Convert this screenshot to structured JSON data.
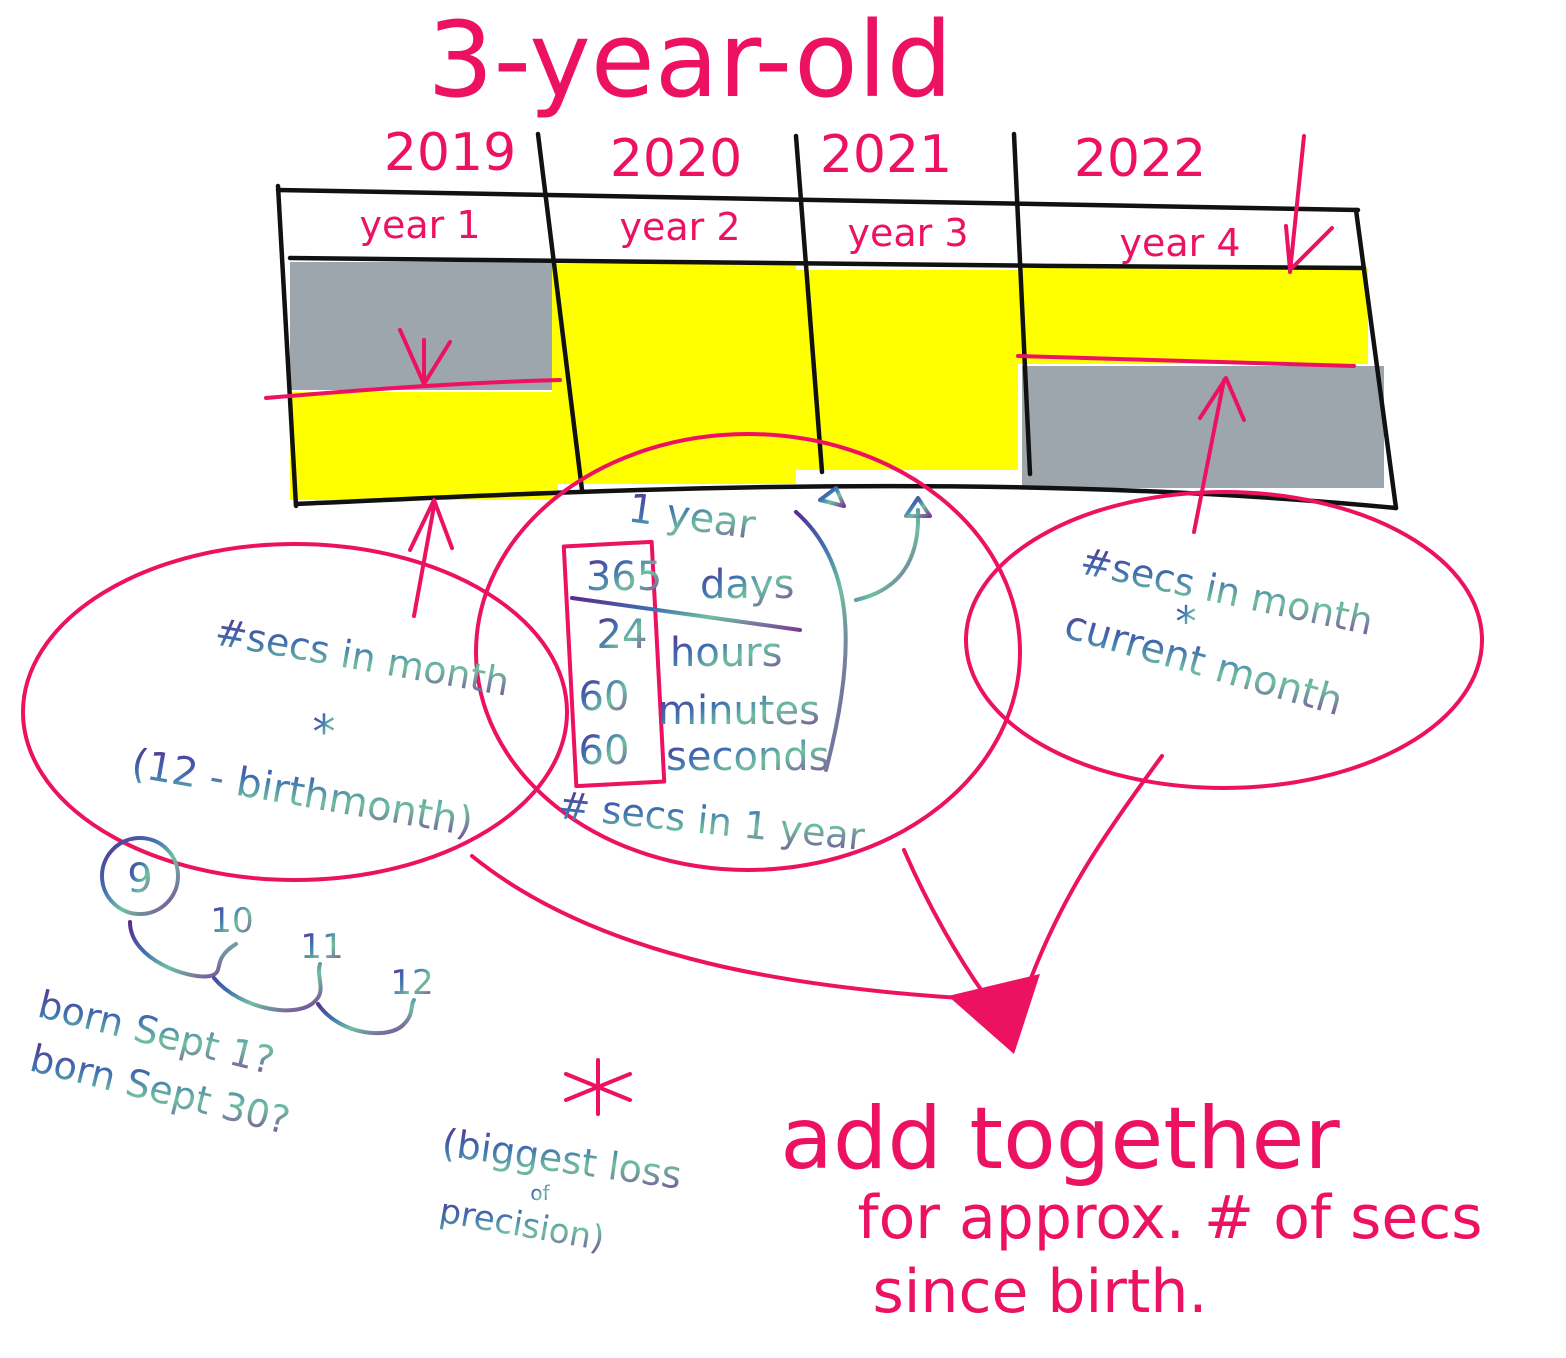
{
  "title": "3-year-old",
  "columns": [
    {
      "year": "2019",
      "label": "year 1"
    },
    {
      "year": "2020",
      "label": "year 2"
    },
    {
      "year": "2021",
      "label": "year 3"
    },
    {
      "year": "2022",
      "label": "year 4"
    }
  ],
  "colors": {
    "ink": "#ec1261",
    "yellow": "#ffff00",
    "gray": "#8c969d",
    "grid": "#111111"
  },
  "left_bubble": {
    "line1": "#secs in month",
    "op": "*",
    "line3": "(12 - birthmonth)"
  },
  "middle_bubble": {
    "top": "1 year",
    "days_num": "365",
    "days": "days",
    "hours_num": "24",
    "hours": "hours",
    "minutes_num": "60",
    "minutes": "minutes",
    "seconds_num": "60",
    "seconds": "seconds",
    "result": "# secs in 1 year"
  },
  "right_bubble": {
    "line1": "#secs in month",
    "op": "*",
    "line3": "current month"
  },
  "months": [
    "9",
    "10",
    "11",
    "12"
  ],
  "born_1": "born Sept 1?",
  "born_2": "born Sept 30?",
  "precision_note": {
    "line1": "(biggest loss",
    "line2": "of",
    "line3": "precision)"
  },
  "conclusion": {
    "line1": "add together",
    "line2": "for approx. # of secs",
    "line3": "since birth."
  }
}
